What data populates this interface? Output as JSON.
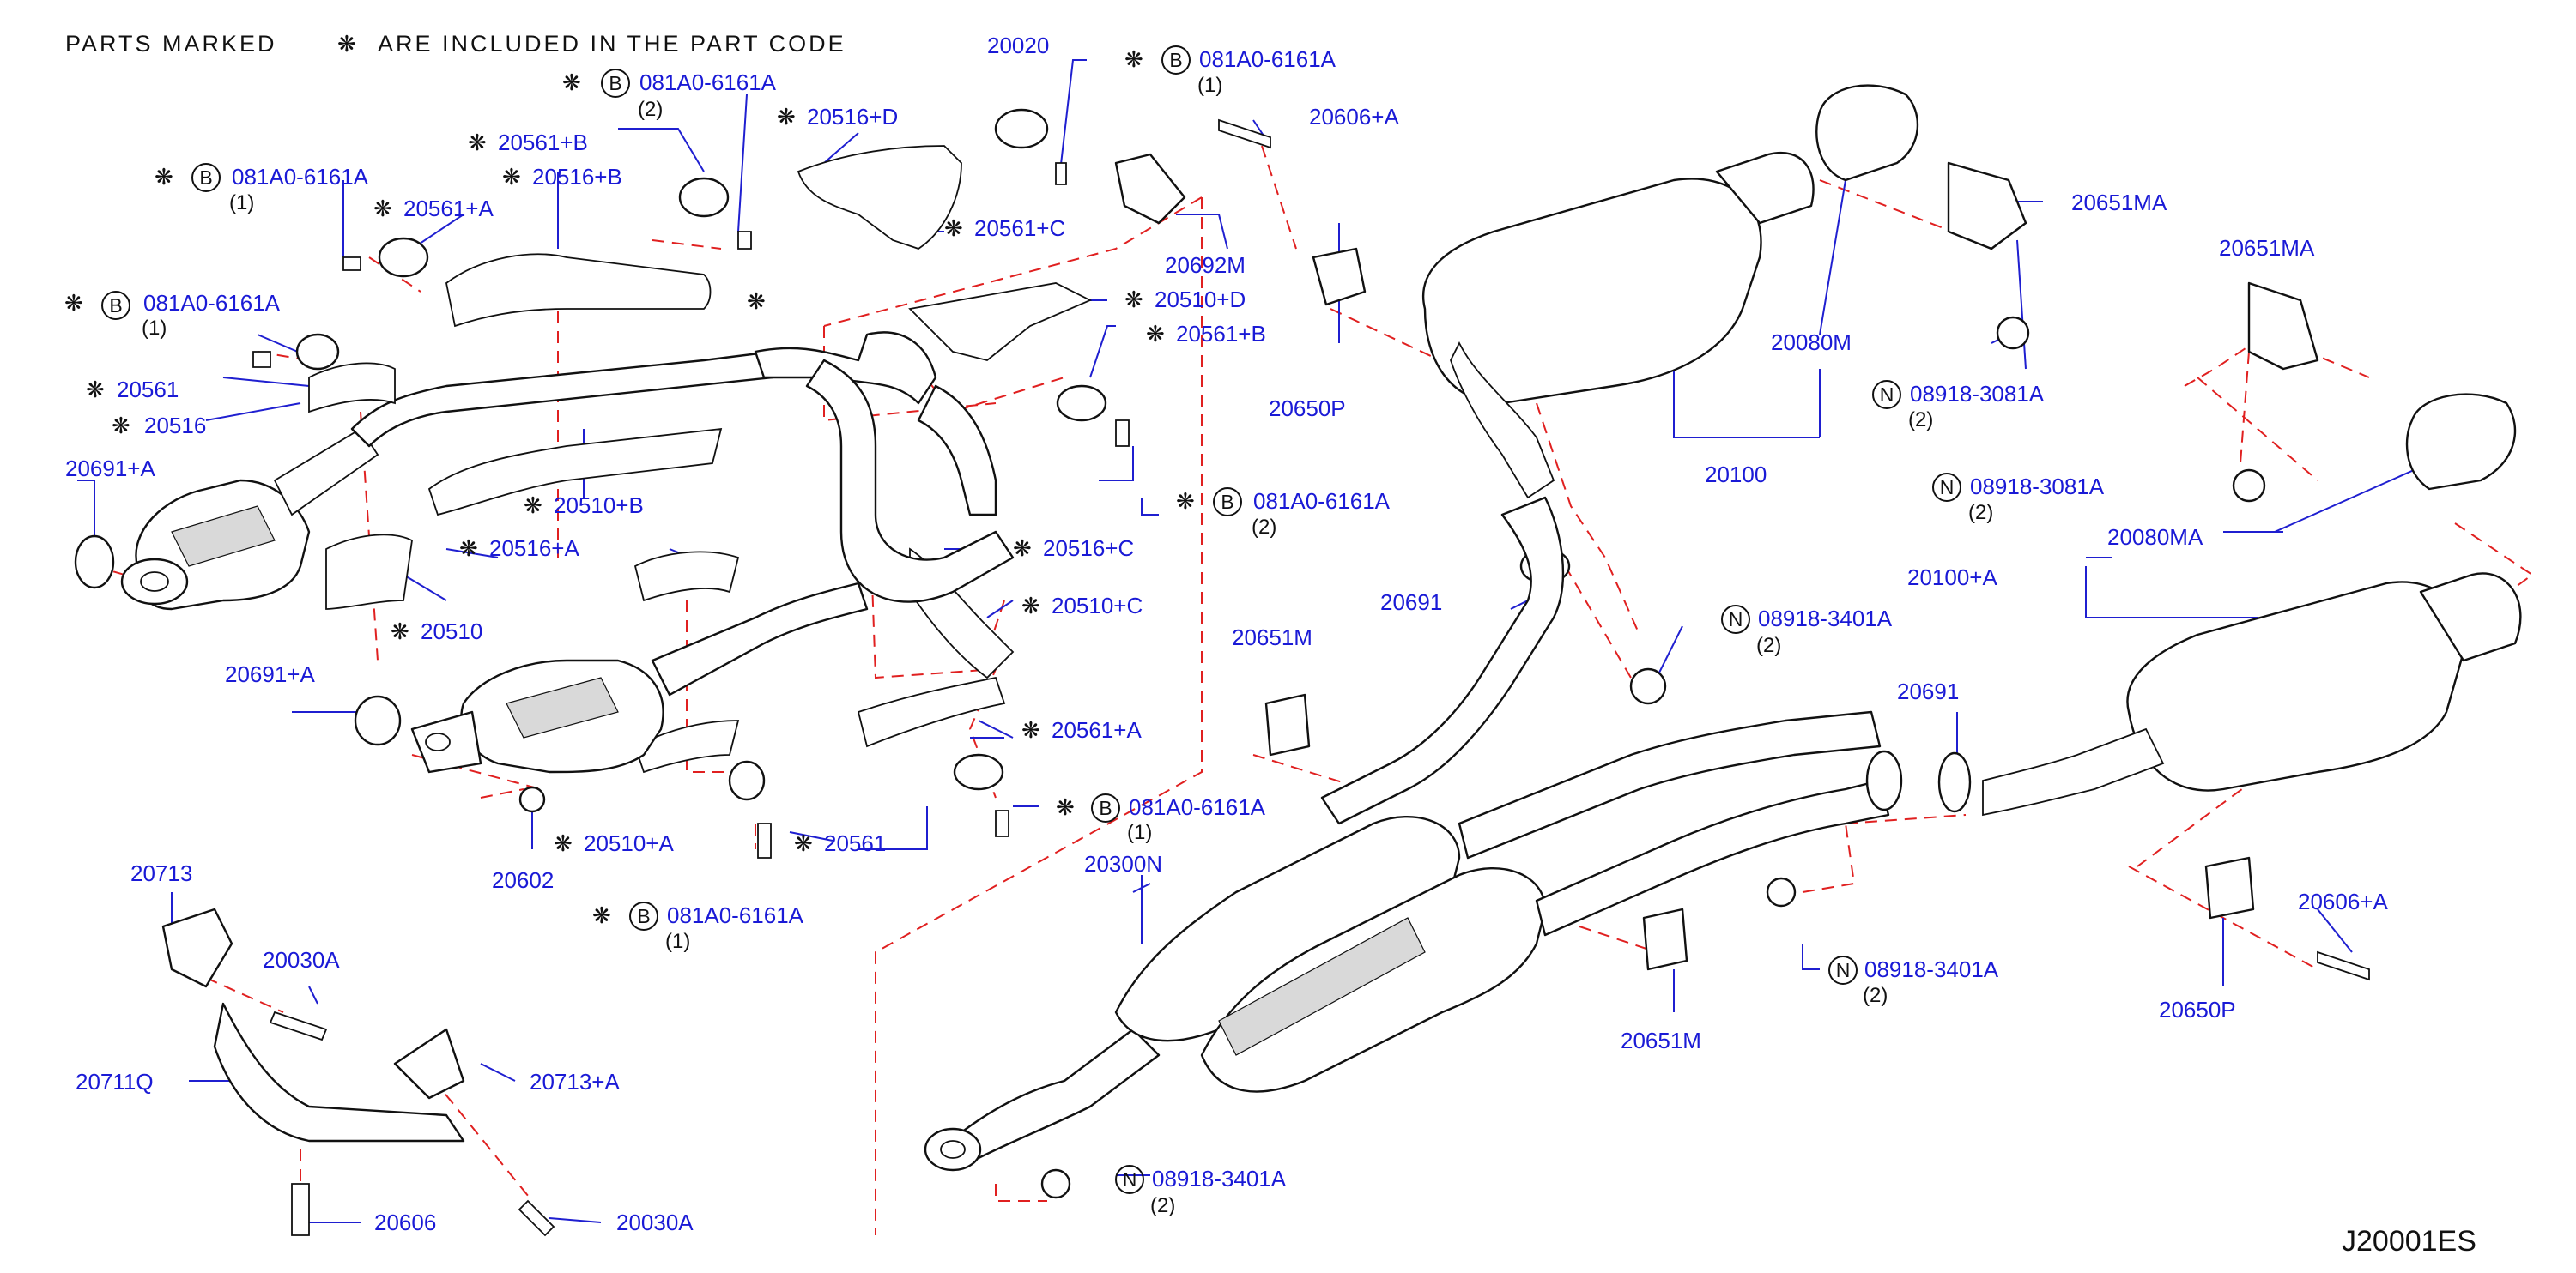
{
  "note": {
    "parts_marked": "PARTS MARKED",
    "are_included": "ARE INCLUDED IN THE PART CODE",
    "star": "❋"
  },
  "drawing_code": "J20001ES",
  "labels": {
    "l20020": "20020",
    "b_top1": "081A0-6161A",
    "b_top1_qty": "(1)",
    "l20606A_top": "20606+A",
    "b_pair2": "081A0-6161A",
    "b_pair2_qty": "(2)",
    "l20516D": "20516+D",
    "l20561B_a": "20561+B",
    "l20516B": "20516+B",
    "b_left1": "081A0-6161A",
    "b_left1_qty": "(1)",
    "l20561A_a": "20561+A",
    "l20561C": "20561+C",
    "l20692M": "20692M",
    "l20510D": "20510+D",
    "b_left2": "081A0-6161A",
    "b_left2_qty": "(1)",
    "l20561B_b": "20561+B",
    "l20561": "20561",
    "l20516": "20516",
    "l20691A_a": "20691+A",
    "l20510B": "20510+B",
    "b_mid2": "081A0-6161A",
    "b_mid2_qty": "(2)",
    "l20516A": "20516+A",
    "l20516C": "20516+C",
    "l20510": "20510",
    "l20510C": "20510+C",
    "l20691A_b": "20691+A",
    "l20561A_b": "20561+A",
    "b_lower1": "081A0-6161A",
    "b_lower1_qty": "(1)",
    "l20510A": "20510+A",
    "l20561_b": "20561",
    "l20602": "20602",
    "b_bottom1": "081A0-6161A",
    "b_bottom1_qty": "(1)",
    "l20300N": "20300N",
    "l20650P_a": "20650P",
    "l20080M": "20080M",
    "l20651MA_a": "20651MA",
    "l20651MA_b": "20651MA",
    "n_3081_a": "08918-3081A",
    "n_3081_a_qty": "(2)",
    "n_3081_b": "08918-3081A",
    "n_3081_b_qty": "(2)",
    "l20100": "20100",
    "l20080MA": "20080MA",
    "l20100A": "20100+A",
    "l20691_a": "20691",
    "n_3401_a": "08918-3401A",
    "n_3401_a_qty": "(2)",
    "l20651M_a": "20651M",
    "l20691_b": "20691",
    "n_3401_b": "08918-3401A",
    "n_3401_b_qty": "(2)",
    "l20650P_b": "20650P",
    "l20606A_b": "20606+A",
    "l20651M_b": "20651M",
    "n_3401_c": "08918-3401A",
    "n_3401_c_qty": "(2)",
    "l20713": "20713",
    "l20030A_a": "20030A",
    "l20711Q": "20711Q",
    "l20713A": "20713+A",
    "l20606": "20606",
    "l20030A_b": "20030A"
  },
  "circle_letters": {
    "bolt": "B",
    "nut": "N"
  }
}
